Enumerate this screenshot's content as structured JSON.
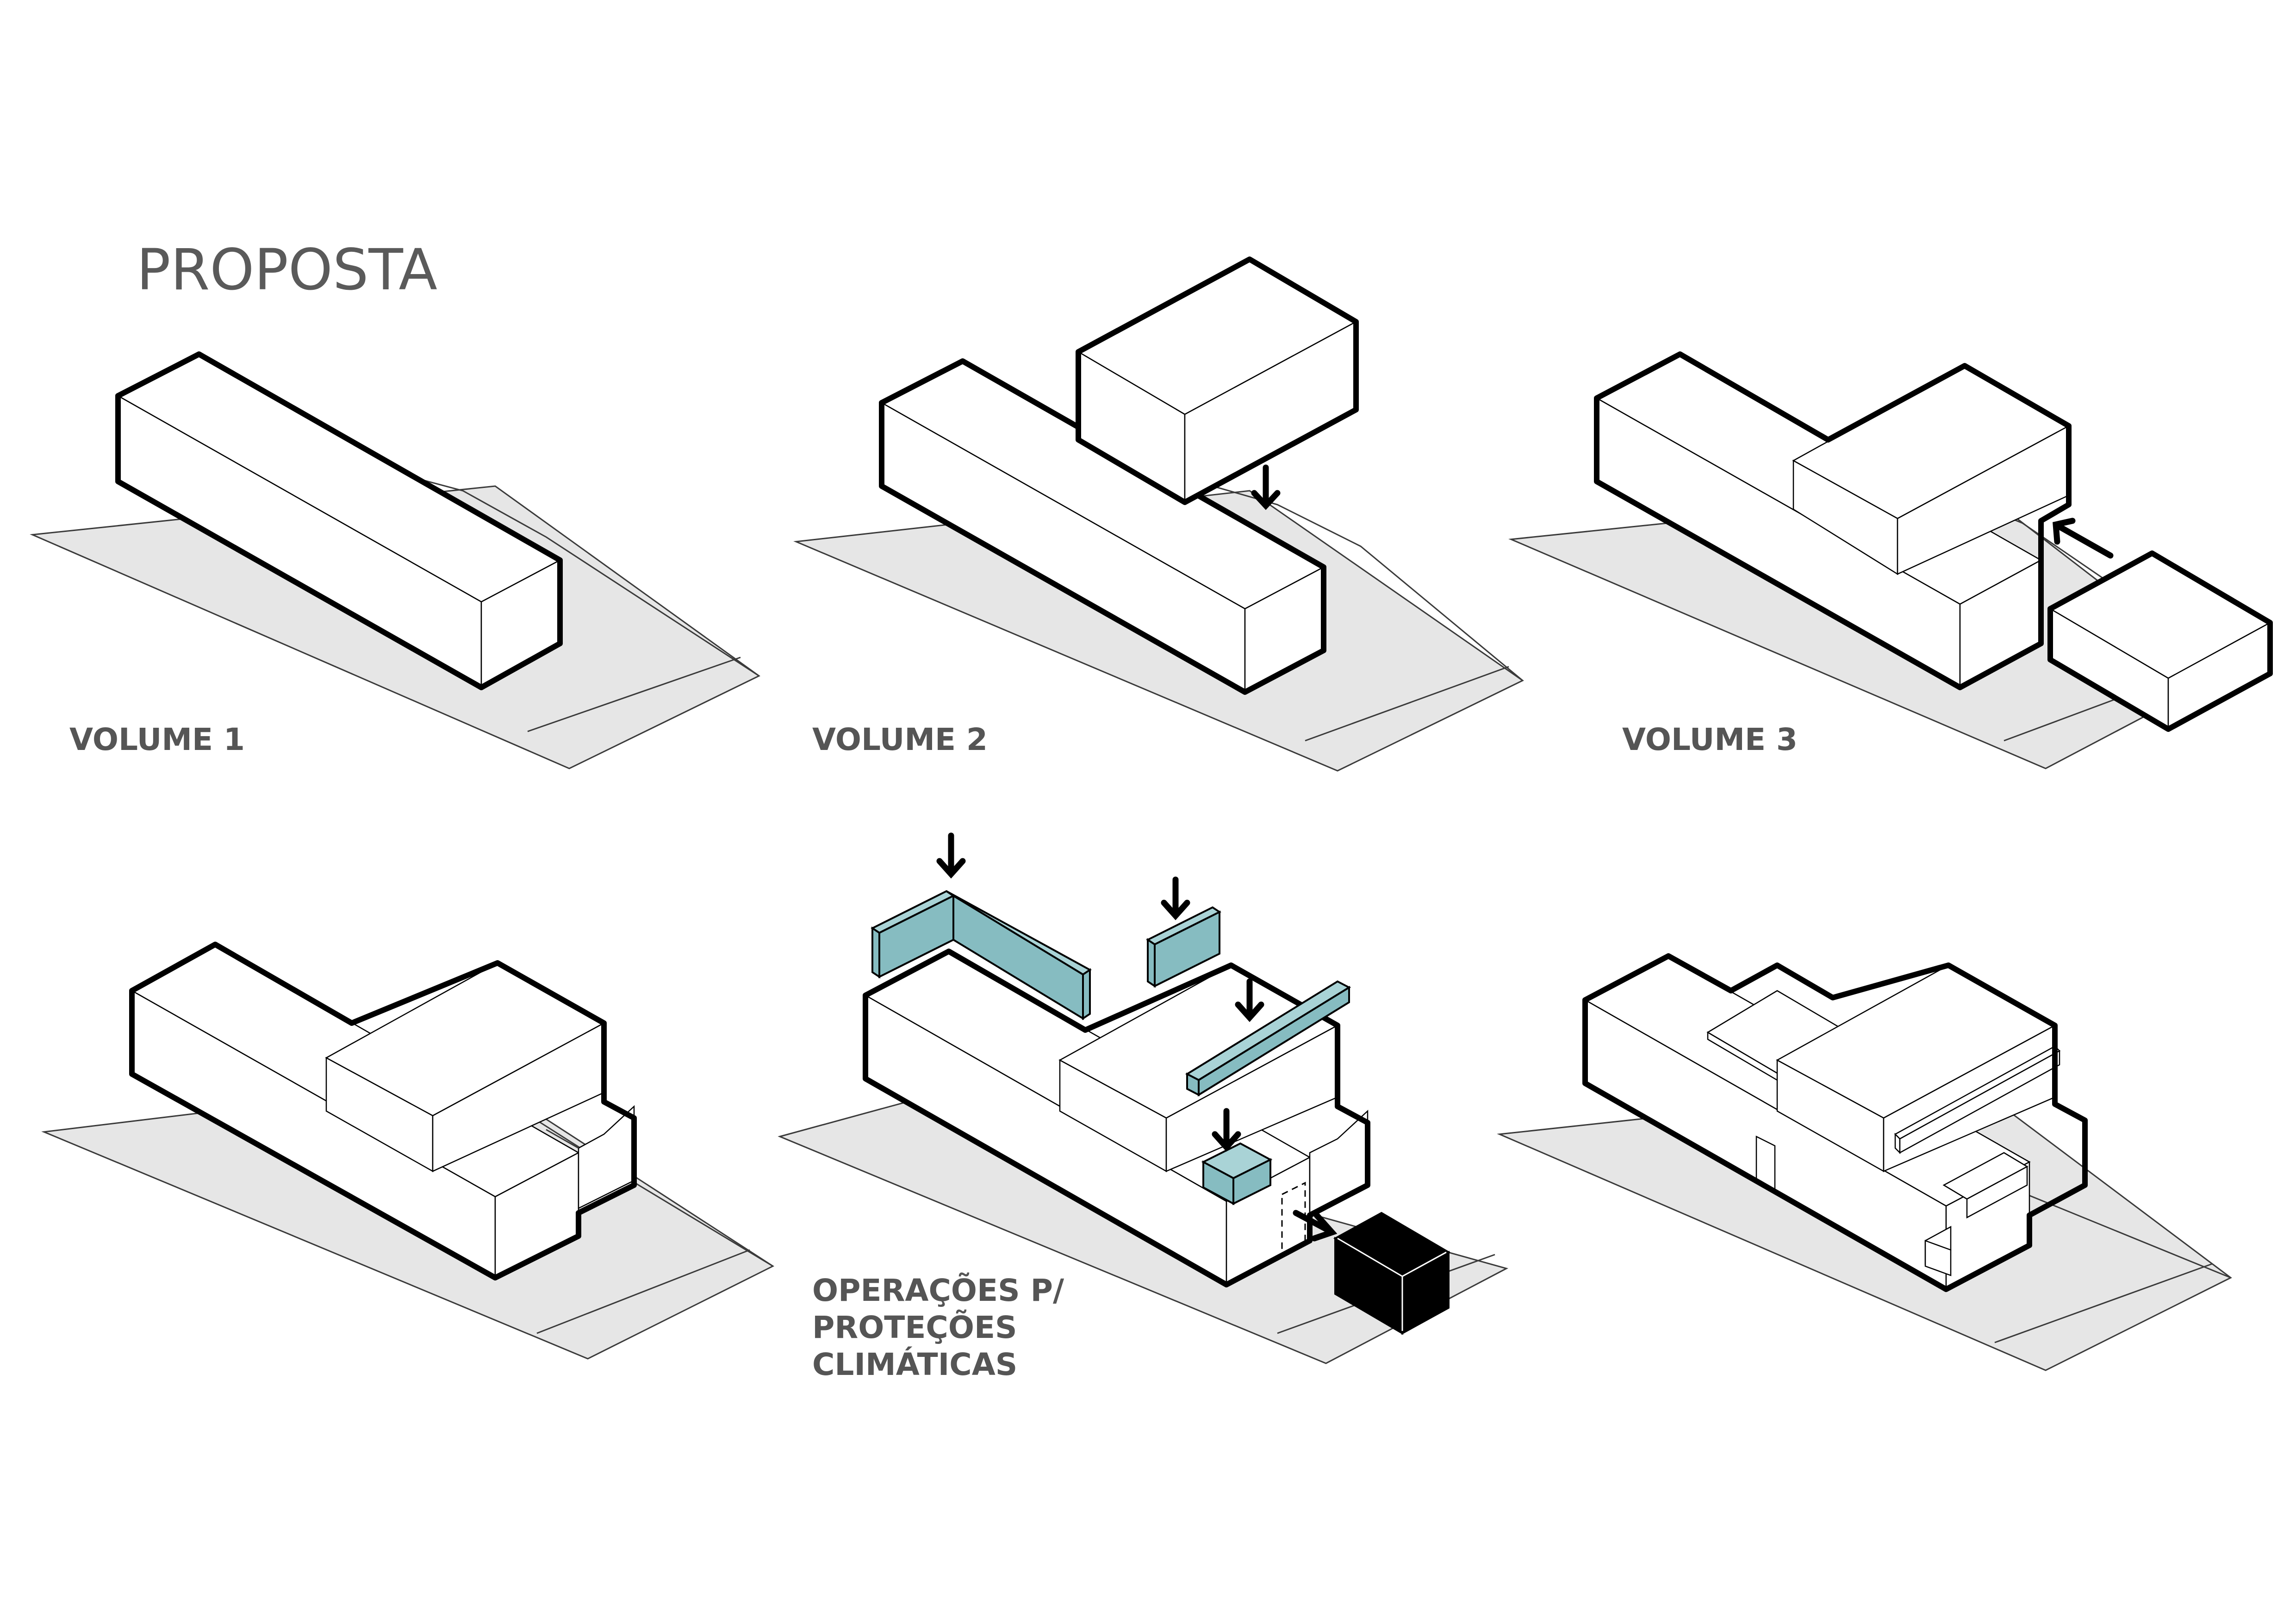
{
  "title": "PROPOSTA",
  "panels": [
    {
      "id": "volume-1",
      "label": "VOLUME 1"
    },
    {
      "id": "volume-2",
      "label": "VOLUME 2"
    },
    {
      "id": "volume-3",
      "label": "VOLUME 3"
    },
    {
      "id": "volume-4",
      "label": ""
    },
    {
      "id": "operations",
      "label_lines": [
        "OPERAÇÕES P/",
        "PROTEÇÕES",
        "CLIMÁTICAS"
      ]
    },
    {
      "id": "final",
      "label": ""
    }
  ],
  "colors": {
    "ground": "#e6e6e6",
    "climate_protection": "#86bcc1",
    "removed_block": "#000000",
    "text": "#555555"
  },
  "icons": [
    "arrow-down-icon",
    "arrow-up-left-icon",
    "arrow-right-icon"
  ]
}
